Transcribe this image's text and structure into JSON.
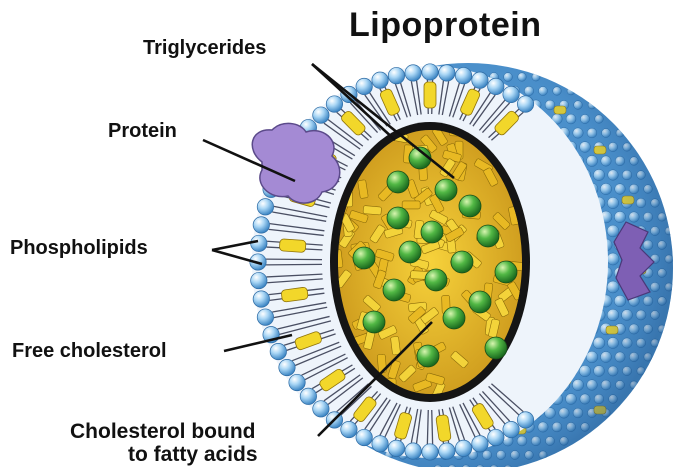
{
  "title": "Lipoprotein",
  "labels": {
    "triglycerides": "Triglycerides",
    "protein": "Protein",
    "phospholipids": "Phospholipids",
    "free_cholesterol": "Free cholesterol",
    "cholesterol_bound_line1": "Cholesterol bound",
    "cholesterol_bound_line2": "to fatty acids"
  },
  "colors": {
    "phospholipid_head": "#6fb3e6",
    "phospholipid_tail": "#4a4f63",
    "cholesterol": "#f2d72a",
    "protein": "#a88fd6",
    "triglyceride": "#3fa53a",
    "core": "#e3b81e",
    "core_border": "#1a1a1a"
  }
}
